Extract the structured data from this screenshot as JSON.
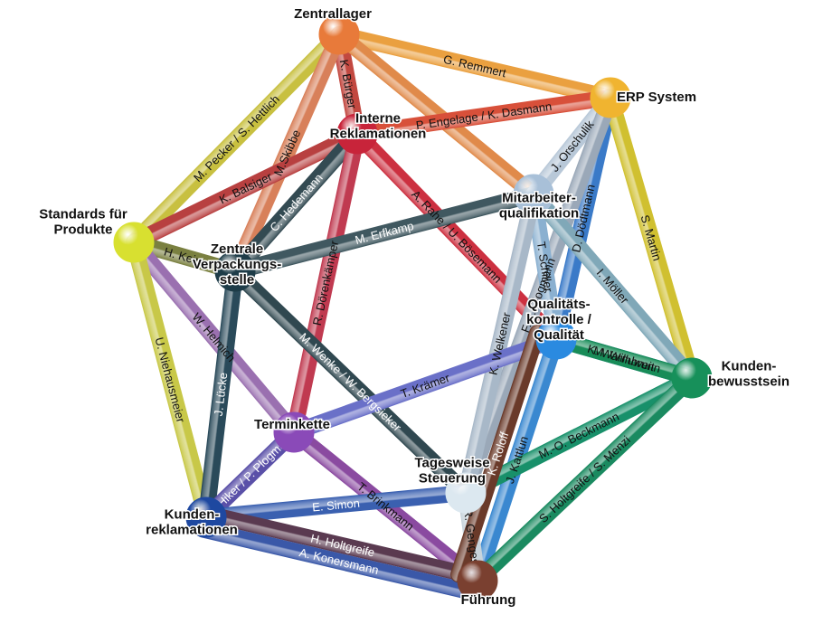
{
  "nodes": [
    {
      "id": "zentrallager",
      "label_lines": [
        "Zentrallager"
      ],
      "color": "#e87a3a"
    },
    {
      "id": "erp",
      "label_lines": [
        "ERP System"
      ],
      "color": "#f0b430"
    },
    {
      "id": "interne",
      "label_lines": [
        "Interne",
        "Reklamationen"
      ],
      "color": "#c8243a"
    },
    {
      "id": "standards",
      "label_lines": [
        "Standards für",
        "Produkte"
      ],
      "color": "#d8e030"
    },
    {
      "id": "mitarbeiter",
      "label_lines": [
        "Mitarbeiter-",
        "qualifikation"
      ],
      "color": "#a8c0d8"
    },
    {
      "id": "zentrale",
      "label_lines": [
        "Zentrale",
        "Verpackungs-",
        "stelle"
      ],
      "color": "#1e3c48"
    },
    {
      "id": "qualitaet",
      "label_lines": [
        "Qualitäts-",
        "kontrolle /",
        "Qualität"
      ],
      "color": "#2a8ae0"
    },
    {
      "id": "kundenbewusstsein",
      "label_lines": [
        "Kunden-",
        "bewusstsein"
      ],
      "color": "#17905a"
    },
    {
      "id": "terminkette",
      "label_lines": [
        "Terminkette"
      ],
      "color": "#8a4ab8"
    },
    {
      "id": "tagesweise",
      "label_lines": [
        "Tagesweise",
        "Steuerung"
      ],
      "color": "#dce8f0"
    },
    {
      "id": "kundenreklamationen",
      "label_lines": [
        "Kunden-",
        "reklamationen"
      ],
      "color": "#1e48a0"
    },
    {
      "id": "fuehrung",
      "label_lines": [
        "Führung"
      ],
      "color": "#7a4030"
    }
  ],
  "edges": [
    {
      "from": "zentrallager",
      "to": "erp",
      "label": "G. Remmert",
      "color": "#eaa040"
    },
    {
      "from": "zentrallager",
      "to": "interne",
      "label": "K. Bürger",
      "color": "#c24840"
    },
    {
      "from": "zentrallager",
      "to": "standards",
      "label": "M. Pecker / S. Hettlich",
      "color": "#c8c040"
    },
    {
      "from": "zentrallager",
      "to": "zentrale",
      "label": "M.Skibbe",
      "color": "#d8805a"
    },
    {
      "from": "zentrallager",
      "to": "mitarbeiter",
      "label": "",
      "color": "#e08a4a"
    },
    {
      "from": "interne",
      "to": "erp",
      "label": "P. Engelage / K. Dasmann",
      "color": "#d8503a"
    },
    {
      "from": "standards",
      "to": "interne",
      "label": "K. Balsiger",
      "color": "#b84040"
    },
    {
      "from": "zentrale",
      "to": "interne",
      "label": "C. Hedemann",
      "color": "#334a52"
    },
    {
      "from": "interne",
      "to": "terminkette",
      "label": "R. Dörenkämper",
      "color": "#c03a50"
    },
    {
      "from": "interne",
      "to": "qualitaet",
      "label": "A. Rahe / U. Bösemann",
      "color": "#cc3040"
    },
    {
      "from": "erp",
      "to": "mitarbeiter",
      "label": "J. Orschulik",
      "color": "#b8c8d8"
    },
    {
      "from": "erp",
      "to": "qualitaet",
      "label": "D. Dödtmann",
      "color": "#3a7ac8"
    },
    {
      "from": "erp",
      "to": "kundenbewusstsein",
      "label": "S. Martin",
      "color": "#d0c030"
    },
    {
      "from": "erp",
      "to": "tagesweise",
      "label": "F.-J. Plogmann",
      "color": "#9aa8b8"
    },
    {
      "from": "mitarbeiter",
      "to": "qualitaet",
      "label": "T. Schiller",
      "color": "#8ab0d0"
    },
    {
      "from": "mitarbeiter",
      "to": "kundenbewusstsein",
      "label": "I. Möller",
      "color": "#80a8b8"
    },
    {
      "from": "zentrale",
      "to": "mitarbeiter",
      "label": "M. Erfkamp",
      "color": "#405860"
    },
    {
      "from": "mitarbeiter",
      "to": "tagesweise",
      "label": "K. Welkener",
      "color": "#a8b8c8"
    },
    {
      "from": "standards",
      "to": "zentrale",
      "label": "H. Keim",
      "color": "#7a8040"
    },
    {
      "from": "standards",
      "to": "terminkette",
      "label": "W. Helmich",
      "color": "#9a70b0"
    },
    {
      "from": "standards",
      "to": "kundenreklamationen",
      "label": "U. Niehausmeier",
      "color": "#c8c848"
    },
    {
      "from": "zentrale",
      "to": "kundenreklamationen",
      "label": "J. Lücke",
      "color": "#2a4a5a"
    },
    {
      "from": "zentrale",
      "to": "tagesweise",
      "label": "M. Wenke / W. Bergsieker",
      "color": "#304850"
    },
    {
      "from": "qualitaet",
      "to": "kundenbewusstsein",
      "label": "K. Warmbrunn",
      "color": "#2a80c8"
    },
    {
      "from": "terminkette",
      "to": "qualitaet",
      "label": "T. Krämer",
      "color": "#6a70c8"
    },
    {
      "from": "qualitaet",
      "to": "fuehrung",
      "label": "J. Kattlun",
      "color": "#3a88d0"
    },
    {
      "from": "kundenbewusstsein",
      "to": "tagesweise",
      "label": "M.-O. Beckmann",
      "color": "#18906a"
    },
    {
      "from": "kundenbewusstsein",
      "to": "fuehrung",
      "label": "S. Holtgreife / S. Menzi",
      "color": "#1a8a60"
    },
    {
      "from": "kundenbewusstsein",
      "to": "qualitaet",
      "label": "M. Willuweit",
      "color": "#188c58"
    },
    {
      "from": "terminkette",
      "to": "kundenreklamationen",
      "label": "M. Hiker / P. Plogmann",
      "color": "#5a50a8"
    },
    {
      "from": "terminkette",
      "to": "fuehrung",
      "label": "T. Brinkmann",
      "color": "#8a4aa0"
    },
    {
      "from": "tagesweise",
      "to": "kundenreklamationen",
      "label": "E. Simon",
      "color": "#3a60b0"
    },
    {
      "from": "tagesweise",
      "to": "fuehrung",
      "label": "R. Genges",
      "color": "#c8d4dc"
    },
    {
      "from": "kundenreklamationen",
      "to": "fuehrung",
      "label": "A. Konersmann",
      "color": "#3a58a8"
    },
    {
      "from": "kundenreklamationen",
      "to": "fuehrung",
      "label": "H. Holtgreife",
      "color": "#5a3a50"
    },
    {
      "from": "qualitaet",
      "to": "fuehrung",
      "label": "K. Roloff",
      "color": "#6a3a2a"
    }
  ]
}
